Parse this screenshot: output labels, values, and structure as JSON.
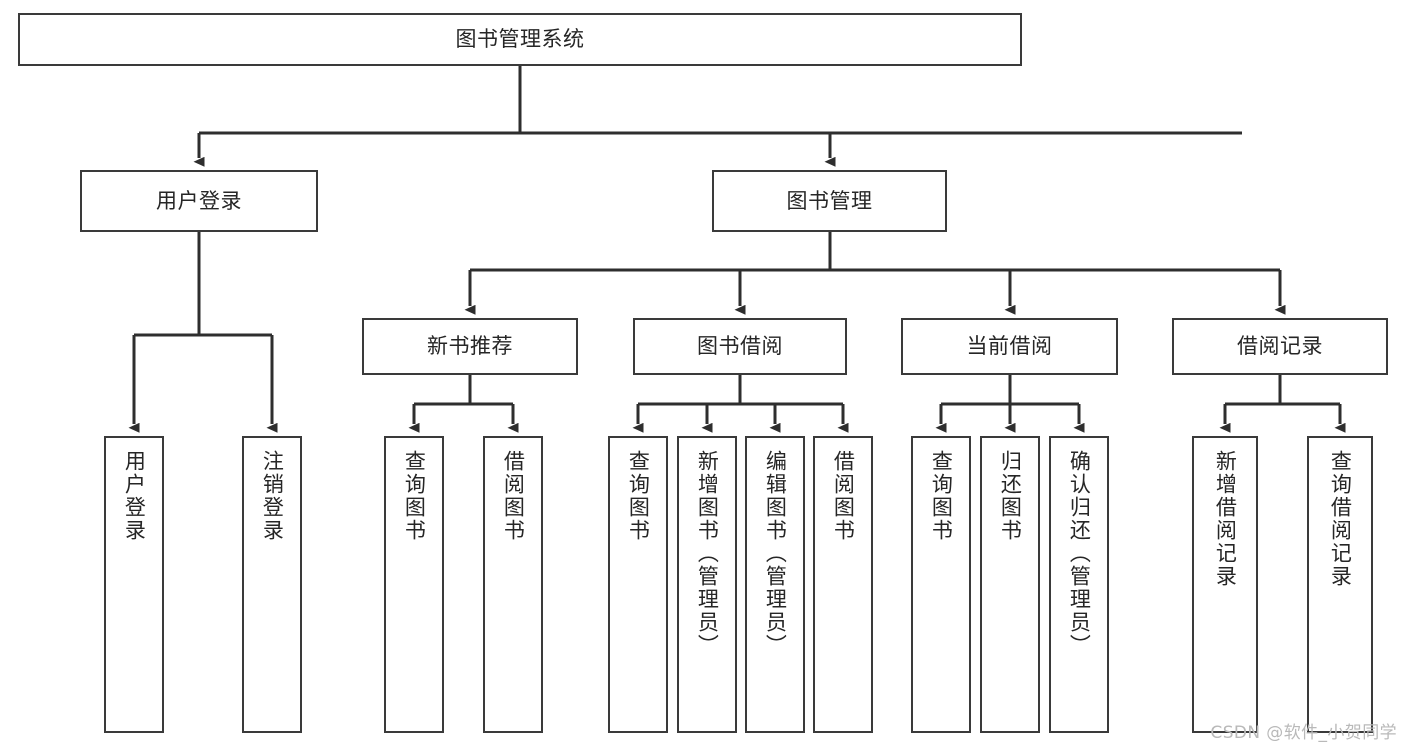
{
  "diagram": {
    "type": "tree-hierarchy-chart",
    "title": "图书管理系统",
    "orientation": "top-down",
    "colors": {
      "box_border": "#3a3a3a",
      "box_fill": "#ffffff",
      "edge": "#2e2e2e",
      "text": "#262626",
      "watermark": "#b9b9b9",
      "background": "#ffffff"
    },
    "watermark": "CSDN @软件_小贺同学",
    "root": {
      "id": "root",
      "label": "图书管理系统"
    },
    "level2": [
      {
        "id": "user-login",
        "label": "用户登录"
      },
      {
        "id": "book-manage",
        "label": "图书管理"
      }
    ],
    "level3": [
      {
        "id": "new-book-recommend",
        "label": "新书推荐",
        "parent": "book-manage"
      },
      {
        "id": "book-borrow",
        "label": "图书借阅",
        "parent": "book-manage"
      },
      {
        "id": "current-borrow",
        "label": "当前借阅",
        "parent": "book-manage"
      },
      {
        "id": "borrow-record",
        "label": "借阅记录",
        "parent": "book-manage"
      }
    ],
    "leaves": {
      "user_login": [
        {
          "id": "leaf-user-login",
          "label": "用户登录"
        },
        {
          "id": "leaf-logout-login",
          "label": "注销登录"
        }
      ],
      "new_book_recommend": [
        {
          "id": "leaf-query-book-1",
          "label": "查询图书"
        },
        {
          "id": "leaf-borrow-book-1",
          "label": "借阅图书"
        }
      ],
      "book_borrow": [
        {
          "id": "leaf-query-book-2",
          "label": "查询图书"
        },
        {
          "id": "leaf-add-book",
          "label": "新增图书（管理员）"
        },
        {
          "id": "leaf-edit-book",
          "label": "编辑图书（管理员）"
        },
        {
          "id": "leaf-borrow-book-2",
          "label": "借阅图书"
        }
      ],
      "current_borrow": [
        {
          "id": "leaf-query-book-3",
          "label": "查询图书"
        },
        {
          "id": "leaf-return-book",
          "label": "归还图书"
        },
        {
          "id": "leaf-confirm-return",
          "label": "确认归还（管理员）"
        }
      ],
      "borrow_record": [
        {
          "id": "leaf-add-record",
          "label": "新增借阅记录"
        },
        {
          "id": "leaf-query-record",
          "label": "查询借阅记录"
        }
      ]
    }
  }
}
